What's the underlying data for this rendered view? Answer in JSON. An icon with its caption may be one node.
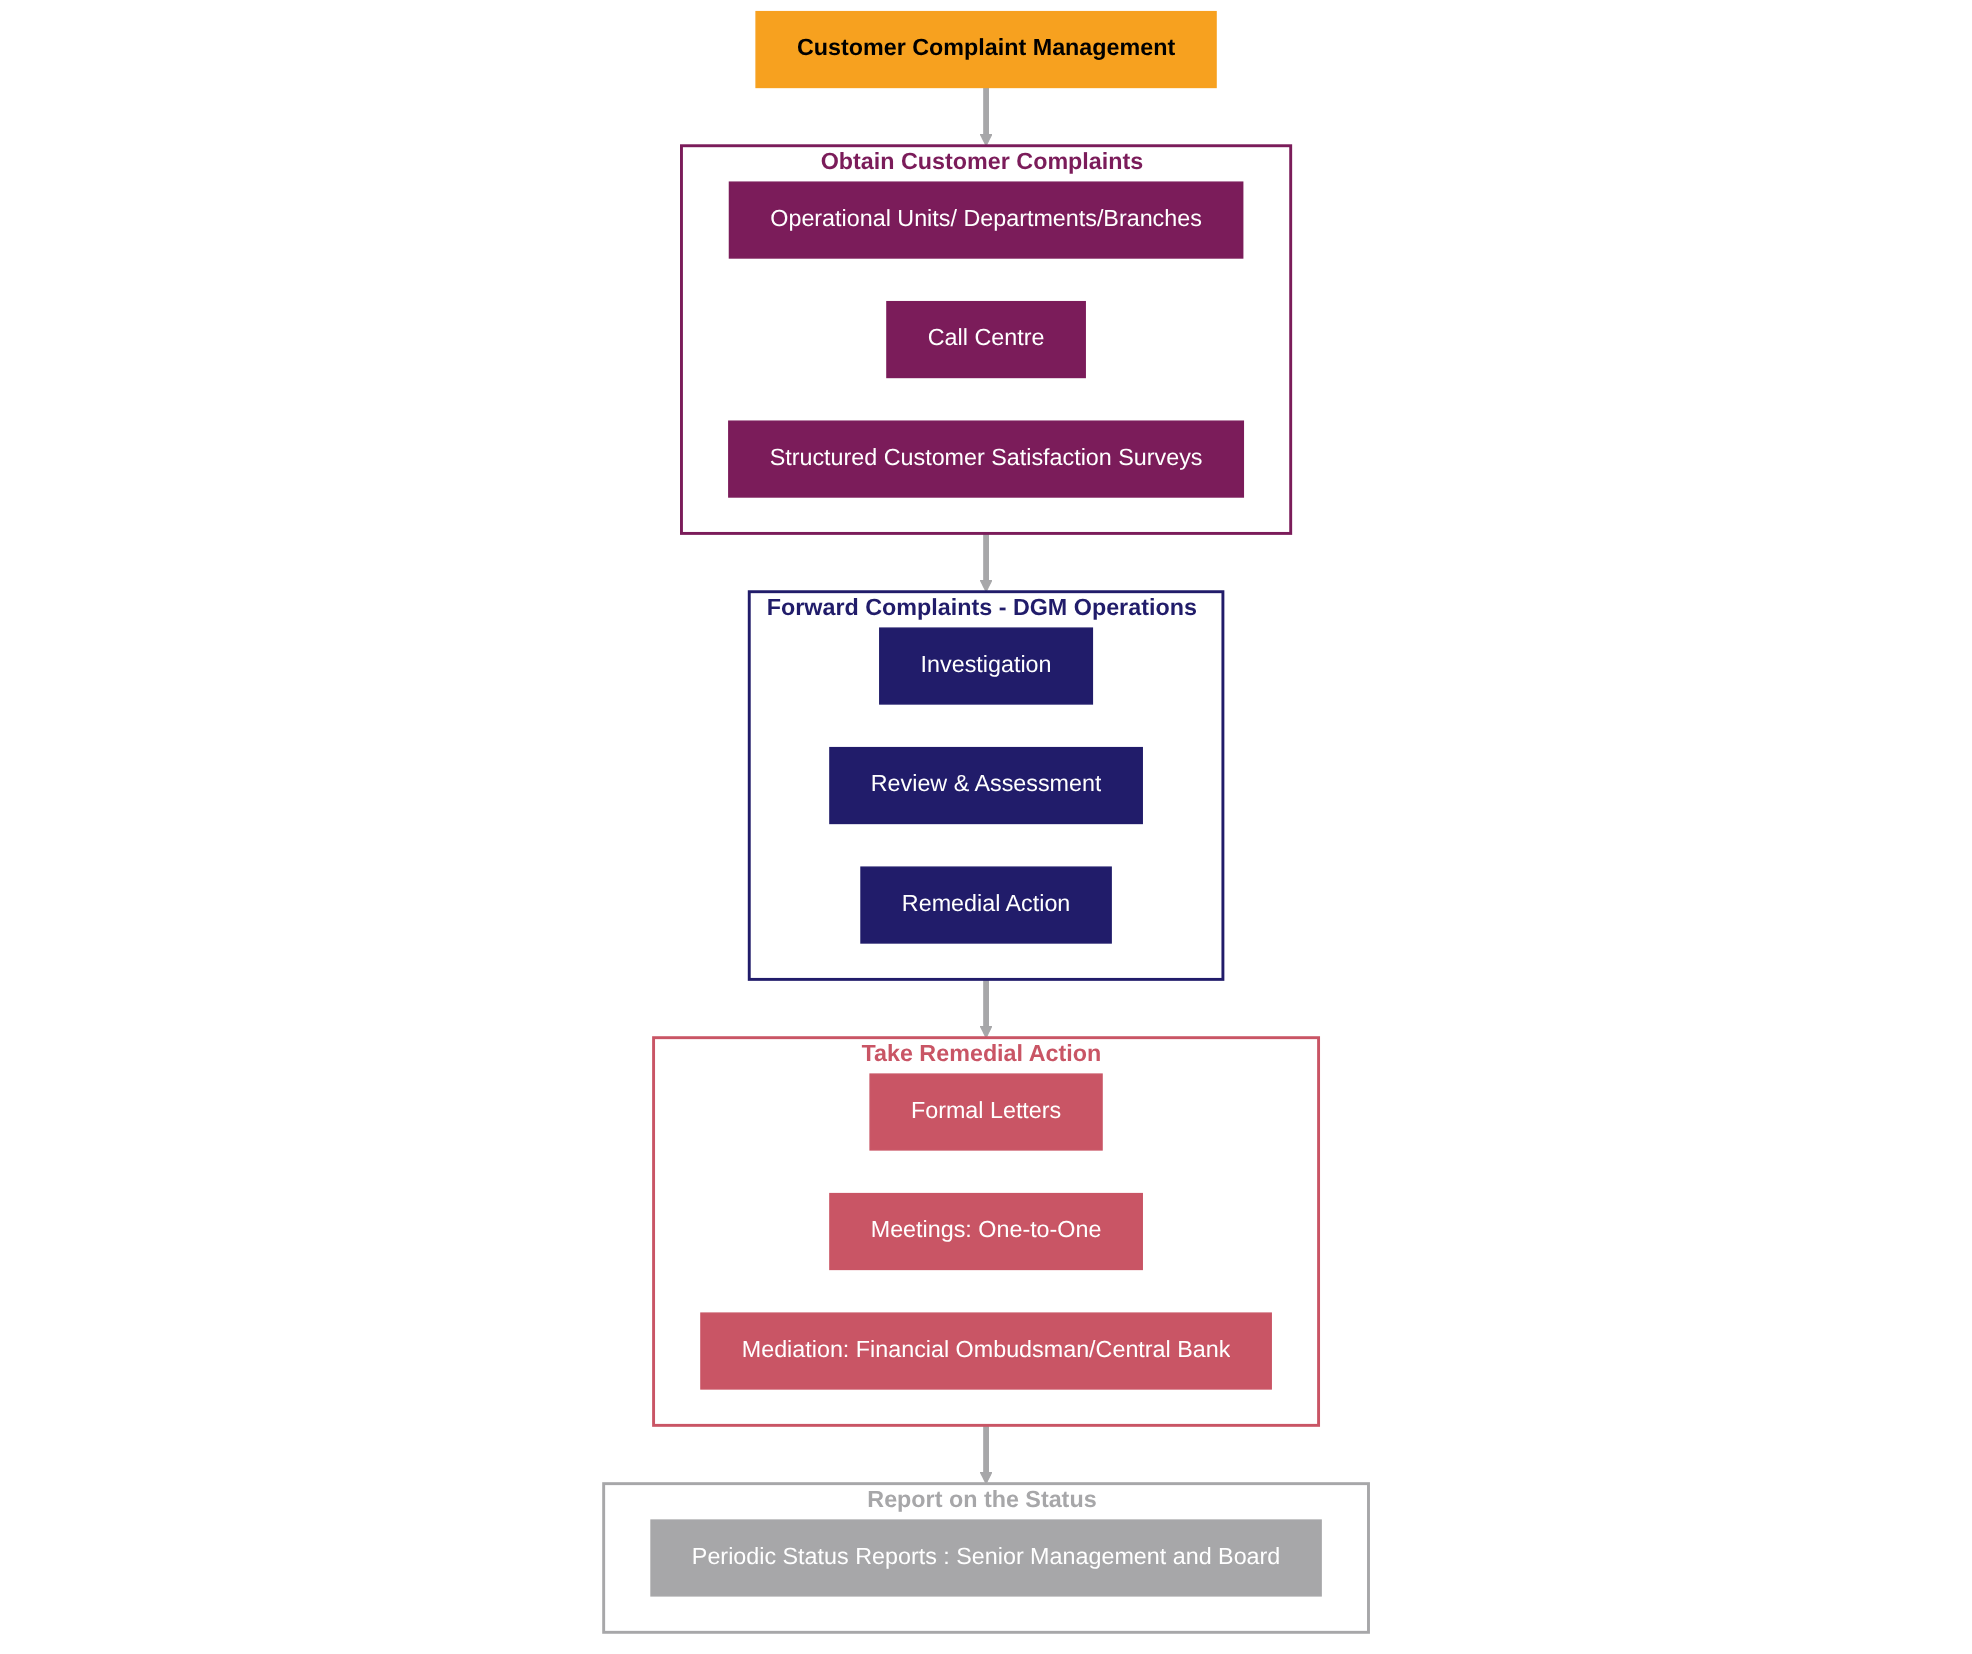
{
  "diagram": {
    "nodes": [
      {
        "text": [
          "Customer Complaint Management"
        ]
      },
      {
        "text": [
          "Obtain Customer Complaints"
        ]
      },
      {
        "text": [
          "Operational Units/ Departments/Branches"
        ],
        "in": 1
      },
      {
        "text": [
          "Call Centre"
        ],
        "in": 1
      },
      {
        "text": [
          "Structured Customer Satisfaction Surveys"
        ],
        "in": 1
      },
      {
        "text": [
          "Forward Complaints - DGM Operations"
        ]
      },
      {
        "text": [
          "Investigation"
        ],
        "in": 5
      },
      {
        "text": [
          "Review & Assessment"
        ],
        "in": 5
      },
      {
        "text": [
          "Remedial Action"
        ],
        "in": 5
      },
      {
        "text": [
          "Take Remedial Action"
        ]
      },
      {
        "text": [
          "Formal Letters"
        ],
        "in": 9
      },
      {
        "text": [
          "Meetings: One-to-One"
        ],
        "in": 9
      },
      {
        "text": [
          "Mediation: Financial Ombudsman/Central Bank"
        ],
        "in": 9
      },
      {
        "text": [
          "Report on the Status"
        ]
      },
      {
        "text": [
          "Periodic Status Reports : Senior Management and Board"
        ],
        "in": 13
      }
    ],
    "edges": [
      {
        "from": 0,
        "to": 1,
        "arrow": "to"
      },
      {
        "from": 1,
        "to": 5,
        "arrow": "to"
      },
      {
        "from": 5,
        "to": 9,
        "arrow": "to"
      },
      {
        "from": 9,
        "to": 13,
        "arrow": "to"
      }
    ]
  }
}
